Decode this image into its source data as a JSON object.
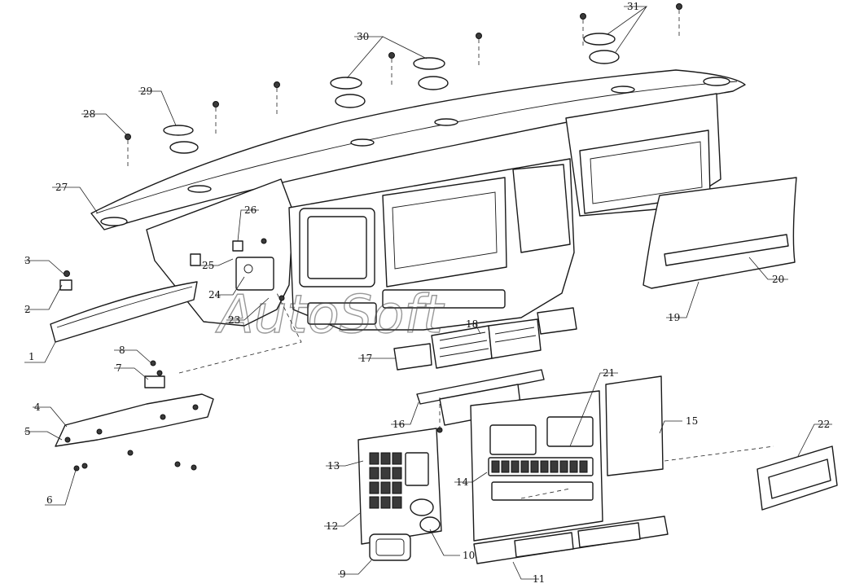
{
  "watermark": "AutoSoft",
  "callouts": [
    {
      "id": "1",
      "text": "1"
    },
    {
      "id": "2",
      "text": "2"
    },
    {
      "id": "3",
      "text": "3"
    },
    {
      "id": "4",
      "text": "4"
    },
    {
      "id": "5",
      "text": "5"
    },
    {
      "id": "6",
      "text": "6"
    },
    {
      "id": "7",
      "text": "7"
    },
    {
      "id": "8",
      "text": "8"
    },
    {
      "id": "9",
      "text": "9"
    },
    {
      "id": "10",
      "text": "10"
    },
    {
      "id": "11",
      "text": "11"
    },
    {
      "id": "12",
      "text": "12"
    },
    {
      "id": "13",
      "text": "13"
    },
    {
      "id": "14",
      "text": "14"
    },
    {
      "id": "15",
      "text": "15"
    },
    {
      "id": "16",
      "text": "16"
    },
    {
      "id": "17",
      "text": "17"
    },
    {
      "id": "18",
      "text": "18"
    },
    {
      "id": "19",
      "text": "19"
    },
    {
      "id": "20",
      "text": "20"
    },
    {
      "id": "21",
      "text": "21"
    },
    {
      "id": "22",
      "text": "22"
    },
    {
      "id": "23",
      "text": "23"
    },
    {
      "id": "24",
      "text": "24"
    },
    {
      "id": "25",
      "text": "25"
    },
    {
      "id": "26",
      "text": "26"
    },
    {
      "id": "27",
      "text": "27"
    },
    {
      "id": "28",
      "text": "28"
    },
    {
      "id": "29",
      "text": "29"
    },
    {
      "id": "30",
      "text": "30"
    },
    {
      "id": "31",
      "text": "31"
    }
  ]
}
